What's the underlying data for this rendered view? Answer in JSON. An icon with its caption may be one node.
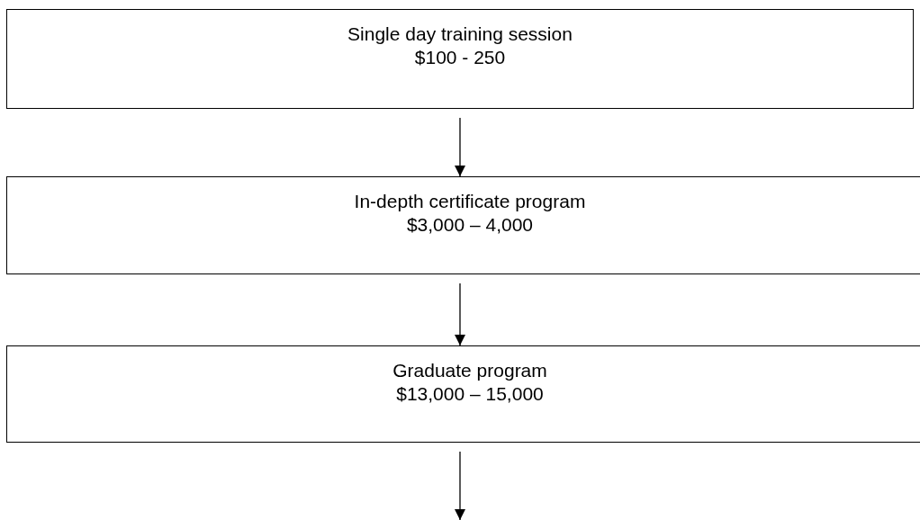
{
  "diagram": {
    "nodes": [
      {
        "text": [
          "Single day training session",
          "$100 - 250"
        ]
      },
      {
        "text": [
          "In-depth certificate program",
          "$3,000 – 4,000"
        ]
      },
      {
        "text": [
          "Graduate program",
          "$13,000 – 15,000"
        ]
      }
    ],
    "edges": [
      {
        "from": 0,
        "to": 1,
        "arrow": "to"
      },
      {
        "from": 1,
        "to": 2,
        "arrow": "to"
      },
      {
        "from": 2,
        "to": null,
        "arrow": "to"
      }
    ]
  }
}
